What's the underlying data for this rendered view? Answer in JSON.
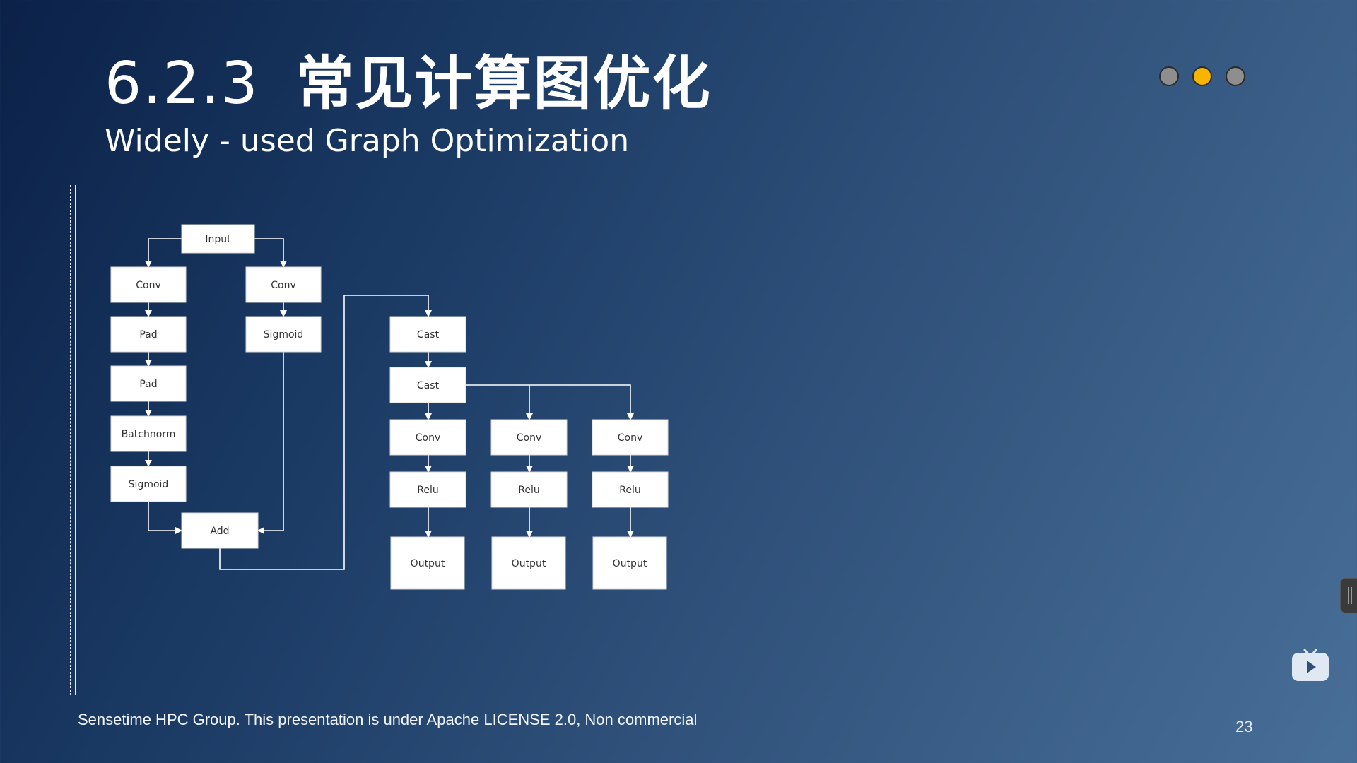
{
  "slide": {
    "title_number": "6.2.3",
    "title_text": "常见计算图优化",
    "subtitle": "Widely - used Graph Optimization",
    "footer": "Sensetime HPC Group. This presentation is under Apache LICENSE 2.0, Non commercial",
    "page_number": "23"
  },
  "diagram": {
    "nodes": {
      "input": "Input",
      "conv_a": "Conv",
      "pad_1": "Pad",
      "pad_2": "Pad",
      "batchnorm": "Batchnorm",
      "sigmoid_a": "Sigmoid",
      "conv_b": "Conv",
      "sigmoid_b": "Sigmoid",
      "add": "Add",
      "cast_1": "Cast",
      "cast_2": "Cast",
      "conv_1": "Conv",
      "conv_2": "Conv",
      "conv_3": "Conv",
      "relu_1": "Relu",
      "relu_2": "Relu",
      "relu_3": "Relu",
      "output_1": "Output",
      "output_2": "Output",
      "output_3": "Output"
    }
  },
  "colors": {
    "accent_dot": "#f7b500",
    "inactive_dot": "#8e8e8e"
  },
  "icons": [
    "nav-dot",
    "player-tv-icon",
    "side-handle"
  ]
}
